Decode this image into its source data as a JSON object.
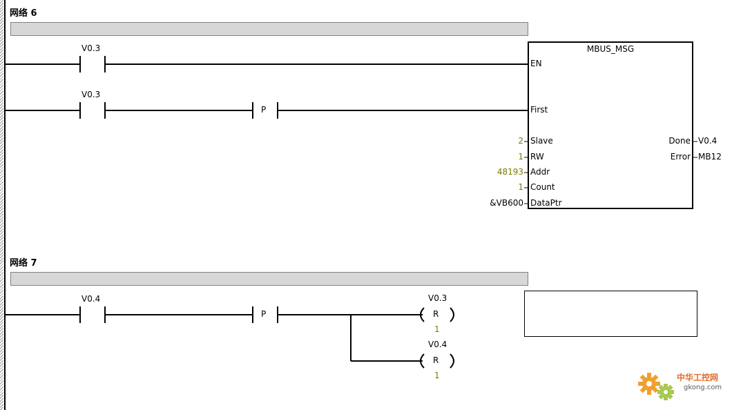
{
  "networks": [
    {
      "title": "网络 6",
      "rungs": [
        {
          "contact_label": "V0.3"
        },
        {
          "contact_label": "V0.3",
          "edge_label": "P"
        }
      ],
      "block": {
        "name": "MBUS_MSG",
        "input_pins": [
          "EN",
          "First",
          "Slave",
          "RW",
          "Addr",
          "Count",
          "DataPtr"
        ],
        "input_values": {
          "Slave": "2",
          "RW": "1",
          "Addr": "48193",
          "Count": "1",
          "DataPtr": "&VB600"
        },
        "output_pins": [
          "Done",
          "Error"
        ],
        "output_values": {
          "Done": "V0.4",
          "Error": "MB12"
        }
      }
    },
    {
      "title": "网络 7",
      "rungs": [
        {
          "contact_label": "V0.4",
          "edge_label": "P"
        }
      ],
      "coils": [
        {
          "operand": "V0.3",
          "type": "R",
          "count": "1"
        },
        {
          "operand": "V0.4",
          "type": "R",
          "count": "1"
        }
      ]
    }
  ],
  "watermark": {
    "text_cn": "中华工控网",
    "text_en": "gkong.com"
  },
  "colors": {
    "value_color": "#7a7a00",
    "comment_bar": "#d7d7d7",
    "line": "#000000"
  }
}
